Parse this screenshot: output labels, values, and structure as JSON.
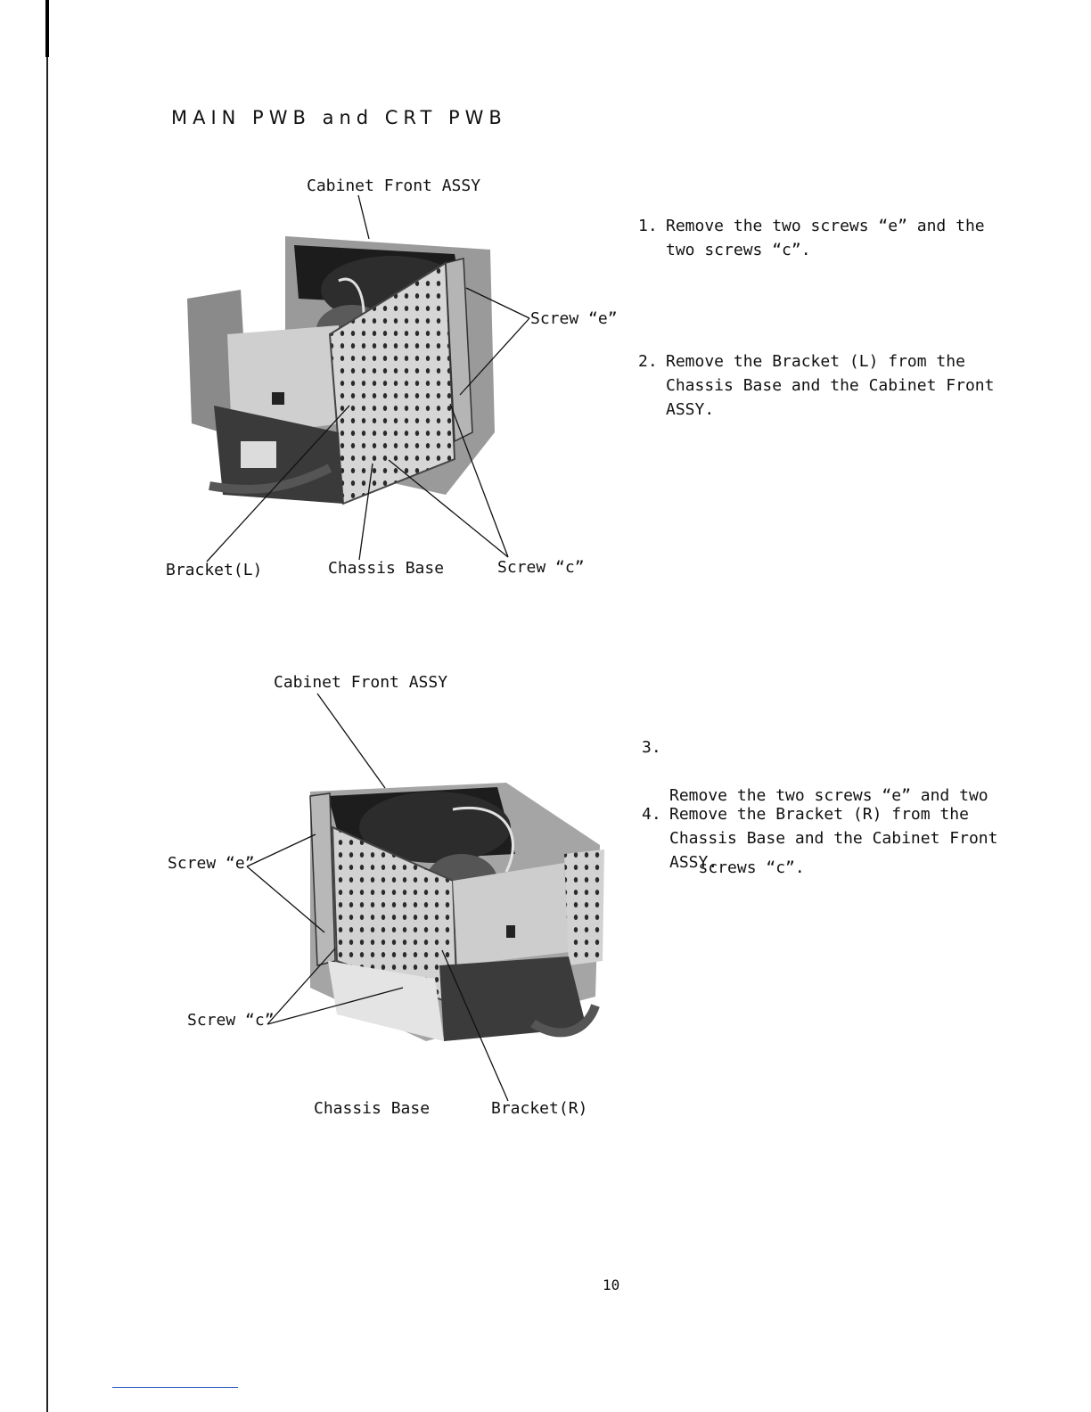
{
  "page": {
    "title": "MAIN PWB and CRT PWB",
    "page_number": "10"
  },
  "figure1": {
    "labels": {
      "cabinet_front": "Cabinet Front ASSY",
      "screw_e": "Screw “e”",
      "bracket": "Bracket(L)",
      "chassis_base": "Chassis Base",
      "screw_c": "Screw “c”"
    }
  },
  "figure2": {
    "labels": {
      "cabinet_front": "Cabinet Front ASSY",
      "screw_e": "Screw “e”",
      "screw_c": "Screw “c”",
      "chassis_base": "Chassis Base",
      "bracket": "Bracket(R)"
    }
  },
  "steps": [
    {
      "number": "1.",
      "lines": [
        "Remove the two screws “e” and the",
        "two screws “c”."
      ]
    },
    {
      "number": "2.",
      "lines": [
        "Remove the Bracket (L) from the",
        "Chassis Base and the Cabinet Front",
        "ASSY."
      ]
    },
    {
      "number": "3.",
      "lines": [
        "Remove the two screws “e” and two",
        "   screws “c”."
      ]
    },
    {
      "number": "4.",
      "lines": [
        "Remove the Bracket (R) from the",
        "Chassis Base and the Cabinet Front",
        "ASSY."
      ]
    }
  ]
}
